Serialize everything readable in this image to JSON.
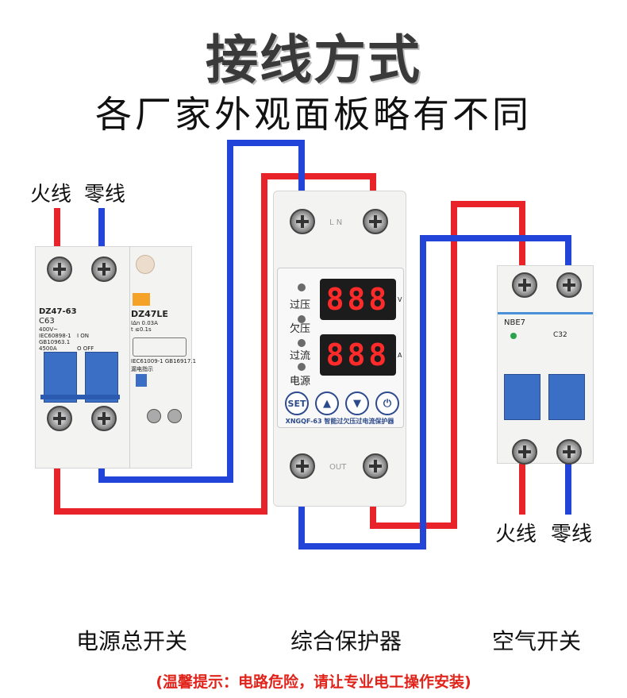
{
  "title": "接线方式",
  "subtitle": "各厂家外观面板略有不同",
  "labels": {
    "live_left": "火线",
    "neutral_left": "零线",
    "live_right": "火线",
    "neutral_right": "零线"
  },
  "breaker_left": {
    "model1": "DZ47-63",
    "rating": "C63",
    "model2": "DZ47LE",
    "spec1": "400V~",
    "spec2": "IEC60898-1",
    "spec3": "GB10963.1",
    "spec4": "4500A",
    "off": "O OFF",
    "on": "I ON",
    "spec5": "IΔn 0.03A",
    "spec6": "t ≤0.1s",
    "std": "IEC61009-1 GB16917.1",
    "leak": "漏电指示"
  },
  "protector": {
    "indicators": [
      "过压",
      "欠压",
      "过流",
      "电源"
    ],
    "display_top": "888",
    "display_bottom": "888",
    "unit_top": "V",
    "unit_bottom": "A",
    "btn_set": "SET",
    "model_text": "XNGQF-63 智能过欠压过电流保护器",
    "top_terminals": "L  N",
    "bottom_terminals": "OUT"
  },
  "breaker_right": {
    "model": "NBE7",
    "rating": "C32"
  },
  "captions": {
    "left": "电源总开关",
    "middle": "综合保护器",
    "right": "空气开关"
  },
  "warning": "(温馨提示：电路危险，请让专业电工操作安装)",
  "colors": {
    "live_wire": "#e8232a",
    "neutral_wire": "#2244d8",
    "warning_text": "#e0241b"
  }
}
